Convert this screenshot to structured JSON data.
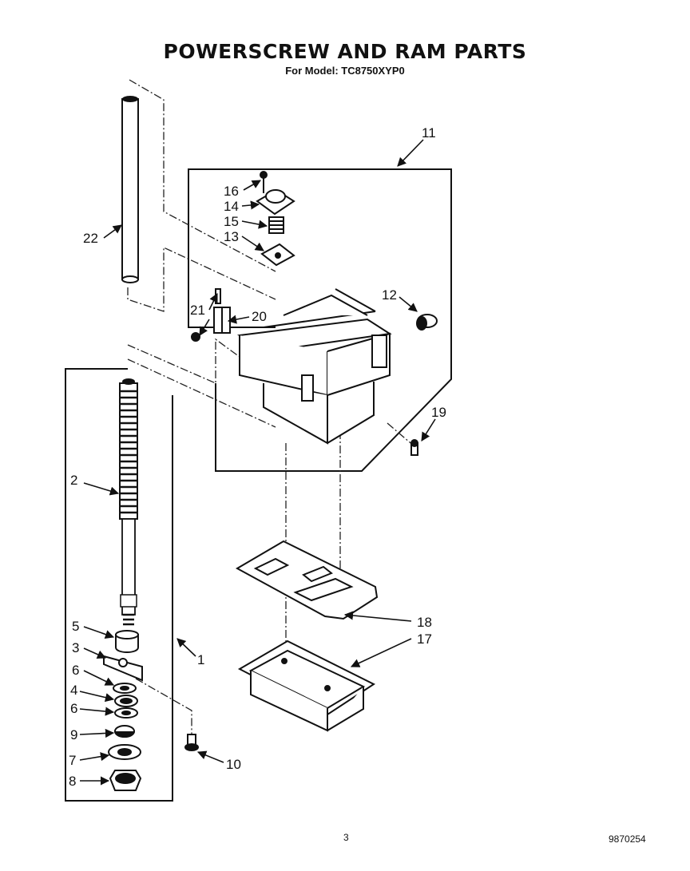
{
  "header": {
    "title": "POWERSCREW AND RAM PARTS",
    "subtitle": "For Model: TC8750XYP0"
  },
  "callouts": [
    {
      "id": "callout-1",
      "text": "1"
    },
    {
      "id": "callout-2",
      "text": "2"
    },
    {
      "id": "callout-3",
      "text": "3"
    },
    {
      "id": "callout-4",
      "text": "4"
    },
    {
      "id": "callout-5",
      "text": "5"
    },
    {
      "id": "callout-6a",
      "text": "6"
    },
    {
      "id": "callout-6b",
      "text": "6"
    },
    {
      "id": "callout-7",
      "text": "7"
    },
    {
      "id": "callout-8",
      "text": "8"
    },
    {
      "id": "callout-9",
      "text": "9"
    },
    {
      "id": "callout-10",
      "text": "10"
    },
    {
      "id": "callout-11",
      "text": "11"
    },
    {
      "id": "callout-12",
      "text": "12"
    },
    {
      "id": "callout-13",
      "text": "13"
    },
    {
      "id": "callout-14",
      "text": "14"
    },
    {
      "id": "callout-15",
      "text": "15"
    },
    {
      "id": "callout-16",
      "text": "16"
    },
    {
      "id": "callout-17",
      "text": "17"
    },
    {
      "id": "callout-18",
      "text": "18"
    },
    {
      "id": "callout-19",
      "text": "19"
    },
    {
      "id": "callout-20",
      "text": "20"
    },
    {
      "id": "callout-21",
      "text": "21"
    },
    {
      "id": "callout-22",
      "text": "22"
    }
  ],
  "footer": {
    "page_number": "3",
    "document_number": "9870254"
  }
}
